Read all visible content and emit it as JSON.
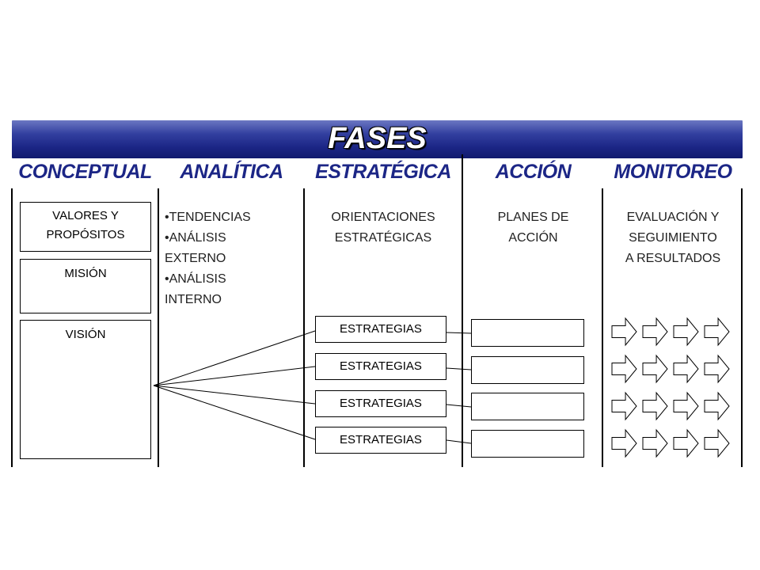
{
  "header": {
    "title": "FASES"
  },
  "phases": [
    {
      "label": "CONCEPTUAL"
    },
    {
      "label": "ANALÍTICA"
    },
    {
      "label": "ESTRATÉGICA"
    },
    {
      "label": "ACCIÓN"
    },
    {
      "label": "MONITOREO"
    }
  ],
  "conceptual": {
    "values_box": [
      "VALORES Y",
      "PROPÓSITOS"
    ],
    "mission_box": "MISIÓN",
    "vision_box": "VISIÓN"
  },
  "analytic": {
    "items": [
      "•TENDENCIAS",
      "•ANÁLISIS",
      "EXTERNO",
      "•ANÁLISIS",
      "INTERNO"
    ]
  },
  "strategic": {
    "heading": [
      "ORIENTACIONES",
      "ESTRATÉGICAS"
    ],
    "strategies": [
      "ESTRATEGIAS",
      "ESTRATEGIAS",
      "ESTRATEGIAS",
      "ESTRATEGIAS"
    ]
  },
  "action": {
    "heading": [
      "PLANES DE",
      "ACCIÓN"
    ]
  },
  "monitoring": {
    "heading": [
      "EVALUACIÓN Y",
      "SEGUIMIENTO",
      "A RESULTADOS"
    ],
    "arrow_rows": 4,
    "arrows_per_row": 4
  },
  "colors": {
    "banner": "#1c2686",
    "phase_text": "#1c2686"
  }
}
